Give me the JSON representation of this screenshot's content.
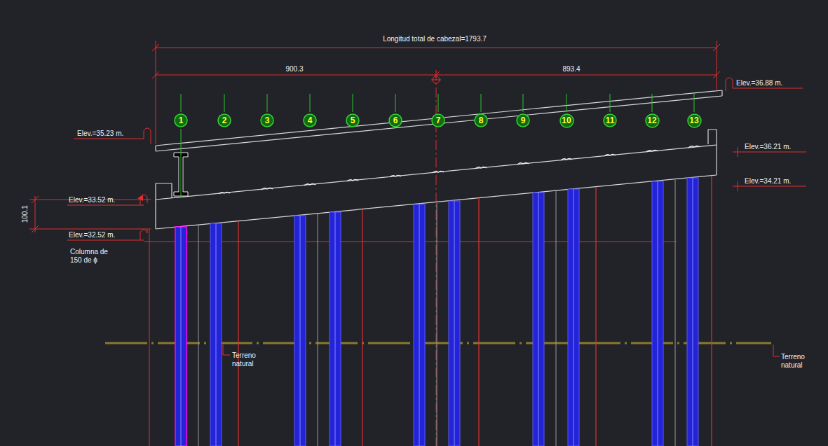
{
  "diagram": {
    "nodes": [
      {
        "text": [
          "1"
        ]
      },
      {
        "text": [
          "2"
        ]
      },
      {
        "text": [
          "3"
        ]
      },
      {
        "text": [
          "4"
        ]
      },
      {
        "text": [
          "5"
        ]
      },
      {
        "text": [
          "6"
        ]
      },
      {
        "text": [
          "7"
        ]
      },
      {
        "text": [
          "8"
        ]
      },
      {
        "text": [
          "9"
        ]
      },
      {
        "text": [
          "10"
        ]
      },
      {
        "text": [
          "11"
        ]
      },
      {
        "text": [
          "12"
        ]
      },
      {
        "text": [
          "13"
        ]
      }
    ],
    "labels": [
      "Longitud total de cabezal=1793.7",
      "900.3",
      "893.4",
      "Elev.=35.23 m.",
      "Elev.=36.88 m.",
      "Elev.=36.21 m.",
      "Elev.=34.21 m.",
      "Elev.=33.52 m.",
      "Elev.=32.52 m.",
      "100.1",
      "Columna de 150 de ϕ",
      "Terreno natural",
      "Terreno natural"
    ]
  }
}
